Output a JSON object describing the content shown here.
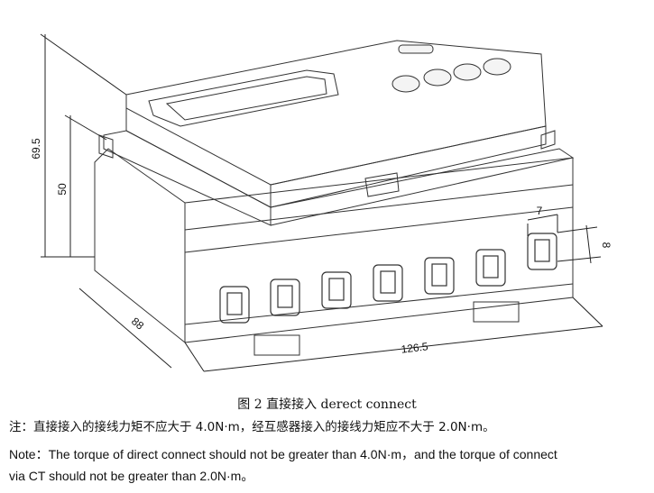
{
  "figure": {
    "dimensions": {
      "height_total": "69.5",
      "height_body": "50",
      "depth": "88",
      "width": "126.5",
      "terminal_width": "7",
      "terminal_height": "8"
    },
    "caption": "图 2 直接接入 derect connect",
    "terminals_count": 7,
    "buttons_count": 4
  },
  "notes": {
    "cn": "注：直接接入的接线力矩不应大于 4.0N·m，经互感器接入的接线力矩应不大于 2.0N·m。",
    "en_line1": "Note：The torque of direct connect should not be greater than 4.0N·m，and the torque of    connect",
    "en_line2": "via CT should not be greater than 2.0N·m。"
  }
}
